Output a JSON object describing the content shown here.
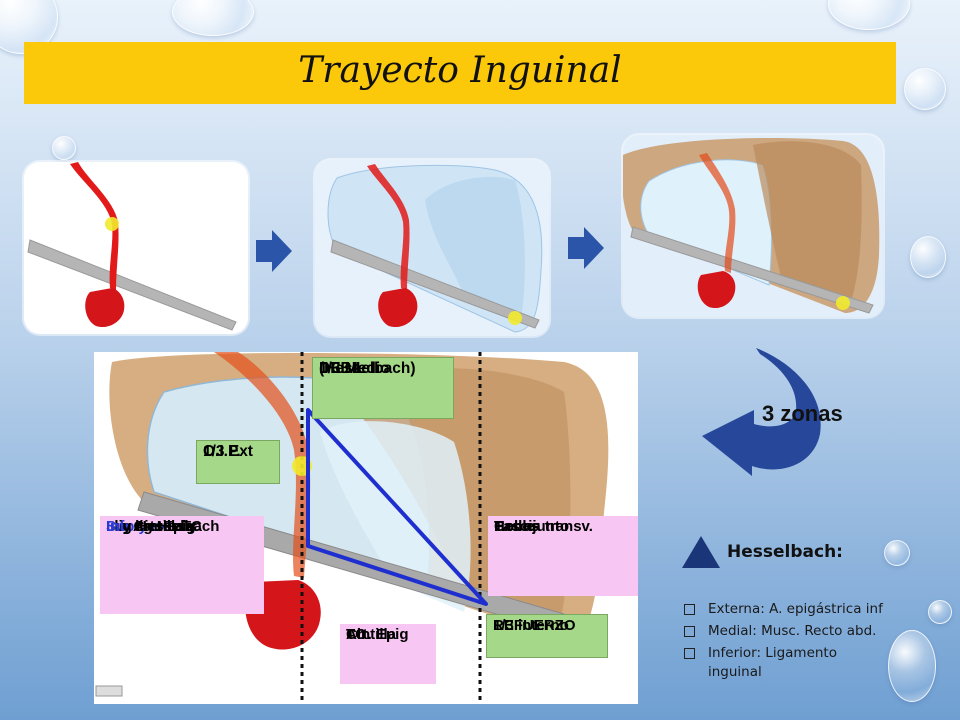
{
  "title": "Trayecto Inguinal",
  "labels": {
    "medio": [
      "1/3 Medio",
      "DEBIL",
      "(Hesselbach)"
    ],
    "ext": [
      "1/3 Ext",
      "O.I.P."
    ],
    "left_box": [
      {
        "bold": "Sup y ext:",
        "rest": " TC"
      },
      {
        "bold": "Inf:",
        "rest": " Cintilla y"
      },
      {
        "bold": "",
        "rest": "  lig Hesselbach"
      },
      {
        "bold": "Int:",
        "rest": " Art. Epig"
      },
      {
        "bold": "",
        "rest": "    y lig Hess"
      }
    ],
    "right_box": [
      "Fascia transv.",
      "T.conjunto",
      "Colles",
      "Henle"
    ],
    "interno": [
      "1/3 interno",
      "REFUERZO"
    ],
    "bottom_box": [
      "Art. Epig",
      "TC",
      "Cintilla"
    ]
  },
  "zonas": "3 zonas",
  "hesselbach": {
    "title": "Hesselbach:",
    "items": [
      "Externa: A. epigástrica inf",
      "Medial: Musc. Recto abd.",
      "Inferior: Ligamento inguinal"
    ]
  },
  "colors": {
    "title_bar": "#fcc80a",
    "arrow_blue": "#2a55a8",
    "green_label": "#a6d88a",
    "pink_label": "#f7c6f2",
    "triangle": "#1f2fcf"
  }
}
